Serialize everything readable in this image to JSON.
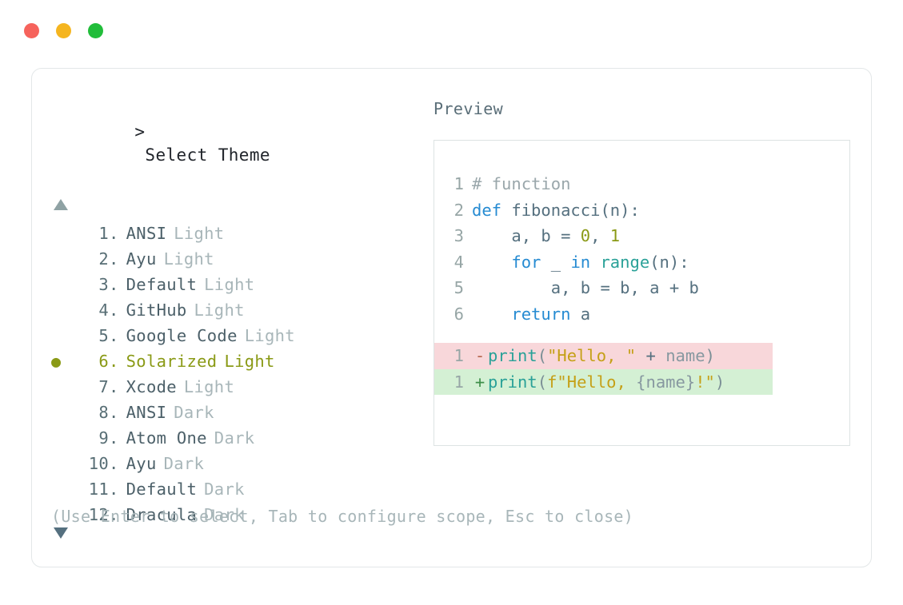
{
  "window": {
    "traffic_lights": [
      {
        "name": "close",
        "color": "#f6635c"
      },
      {
        "name": "minimize",
        "color": "#f5b51f"
      },
      {
        "name": "maximize",
        "color": "#21bd3a"
      }
    ]
  },
  "left_panel": {
    "prompt_symbol": ">",
    "title": "Select Theme",
    "scroll_up_icon": "triangle-up",
    "scroll_down_icon": "triangle-down",
    "selected_index": 6,
    "selected_marker": "●",
    "accent_color": "#8a9a16",
    "themes": [
      {
        "num": "1",
        "name": "ANSI",
        "variant": "Light"
      },
      {
        "num": "2",
        "name": "Ayu",
        "variant": "Light"
      },
      {
        "num": "3",
        "name": "Default",
        "variant": "Light"
      },
      {
        "num": "4",
        "name": "GitHub",
        "variant": "Light"
      },
      {
        "num": "5",
        "name": "Google Code",
        "variant": "Light"
      },
      {
        "num": "6",
        "name": "Solarized",
        "variant": "Light"
      },
      {
        "num": "7",
        "name": "Xcode",
        "variant": "Light"
      },
      {
        "num": "8",
        "name": "ANSI",
        "variant": "Dark"
      },
      {
        "num": "9",
        "name": "Atom One",
        "variant": "Dark"
      },
      {
        "num": "10",
        "name": "Ayu",
        "variant": "Dark"
      },
      {
        "num": "11",
        "name": "Default",
        "variant": "Dark"
      },
      {
        "num": "12",
        "name": "Dracula",
        "variant": "Dark"
      }
    ]
  },
  "right_panel": {
    "label": "Preview",
    "code": {
      "lines": [
        {
          "no": "1",
          "tokens": [
            {
              "t": "# function",
              "c": "t-comment"
            }
          ]
        },
        {
          "no": "2",
          "tokens": [
            {
              "t": "def",
              "c": "t-keyword"
            },
            {
              "t": " fibonacci(n):",
              "c": "t-func"
            }
          ]
        },
        {
          "no": "3",
          "tokens": [
            {
              "t": "    a, b = ",
              "c": "t-plain"
            },
            {
              "t": "0",
              "c": "t-num"
            },
            {
              "t": ", ",
              "c": "t-plain"
            },
            {
              "t": "1",
              "c": "t-num"
            }
          ]
        },
        {
          "no": "4",
          "tokens": [
            {
              "t": "    ",
              "c": "t-plain"
            },
            {
              "t": "for",
              "c": "t-keyword"
            },
            {
              "t": " _ ",
              "c": "t-plain"
            },
            {
              "t": "in",
              "c": "t-keyword"
            },
            {
              "t": " ",
              "c": "t-plain"
            },
            {
              "t": "range",
              "c": "t-builtin"
            },
            {
              "t": "(n):",
              "c": "t-plain"
            }
          ]
        },
        {
          "no": "5",
          "tokens": [
            {
              "t": "        a, b = b, a + b",
              "c": "t-plain"
            }
          ]
        },
        {
          "no": "6",
          "tokens": [
            {
              "t": "    ",
              "c": "t-plain"
            },
            {
              "t": "return",
              "c": "t-keyword"
            },
            {
              "t": " a",
              "c": "t-plain"
            }
          ]
        }
      ]
    },
    "diff": [
      {
        "no": "1",
        "sign": "-",
        "kind": "del",
        "tokens": [
          {
            "t": "print",
            "c": "t-builtin"
          },
          {
            "t": "(",
            "c": "t-punct"
          },
          {
            "t": "\"Hello, \"",
            "c": "t-string"
          },
          {
            "t": " + ",
            "c": "t-plain"
          },
          {
            "t": "name",
            "c": "t-var"
          },
          {
            "t": ")",
            "c": "t-punct"
          }
        ]
      },
      {
        "no": "1",
        "sign": "+",
        "kind": "add",
        "tokens": [
          {
            "t": "print",
            "c": "t-builtin"
          },
          {
            "t": "(",
            "c": "t-punct"
          },
          {
            "t": "f\"Hello, ",
            "c": "t-string"
          },
          {
            "t": "{name}",
            "c": "t-var"
          },
          {
            "t": "!\"",
            "c": "t-string"
          },
          {
            "t": ")",
            "c": "t-punct"
          }
        ]
      }
    ]
  },
  "footer": {
    "hint": "(Use Enter to select, Tab to configure scope, Esc to close)"
  }
}
